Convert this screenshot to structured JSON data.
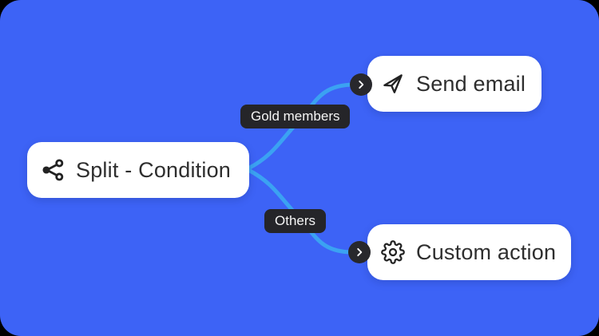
{
  "canvas": {
    "background_color": "#3D63F6",
    "connector_color": "#3BA2F2",
    "node_background": "#FFFFFF",
    "node_text_color": "#2E2E2E",
    "branch_label_background": "#252529",
    "badge_background": "#28282C"
  },
  "nodes": {
    "split": {
      "label": "Split - Condition",
      "icon": "split-icon"
    },
    "send_email": {
      "label": "Send email",
      "icon": "send-icon"
    },
    "custom_action": {
      "label": "Custom action",
      "icon": "gear-icon"
    }
  },
  "branches": {
    "gold": {
      "label": "Gold members"
    },
    "others": {
      "label": "Others"
    }
  }
}
